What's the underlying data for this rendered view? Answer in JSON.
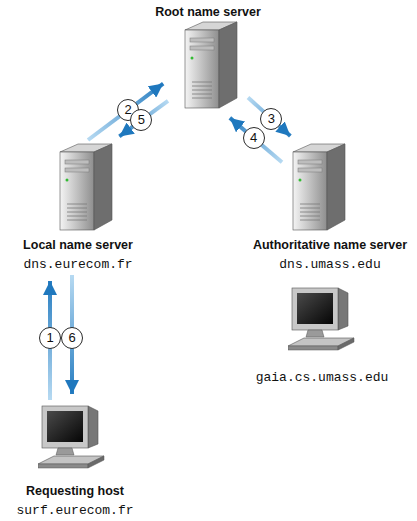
{
  "diagram": {
    "nodes": [
      {
        "text": [
          "Root name server"
        ]
      },
      {
        "text": [
          "Local name server",
          "dns.eurecom.fr"
        ]
      },
      {
        "text": [
          "Authoritative name server",
          "dns.umass.edu"
        ]
      },
      {
        "text": [
          "gaia.cs.umass.edu"
        ]
      },
      {
        "text": [
          "Requesting host",
          "surf.eurecom.fr"
        ]
      }
    ],
    "edges": [
      {
        "from": 4,
        "to": 1,
        "arrow": "to",
        "label": "1"
      },
      {
        "from": 1,
        "to": 0,
        "arrow": "to",
        "label": "2"
      },
      {
        "from": 0,
        "to": 2,
        "arrow": "to",
        "label": "3"
      },
      {
        "from": 2,
        "to": 0,
        "arrow": "to",
        "label": "4"
      },
      {
        "from": 0,
        "to": 1,
        "arrow": "to",
        "label": "5"
      },
      {
        "from": 1,
        "to": 4,
        "arrow": "to",
        "label": "6"
      }
    ]
  }
}
